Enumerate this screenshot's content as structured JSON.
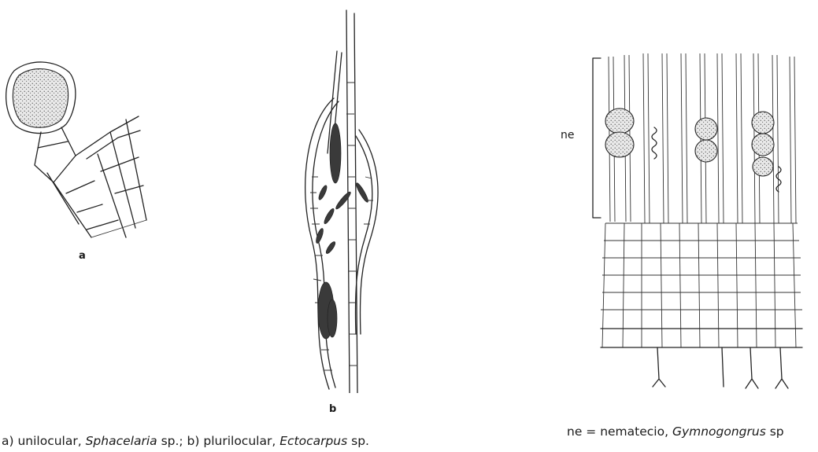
{
  "panels": {
    "a": {
      "label": "a"
    },
    "b": {
      "label": "b"
    },
    "ne": {
      "label": "ne"
    }
  },
  "captions": {
    "left": {
      "part1": "a) unilocular, ",
      "italic1": "Sphacelaria",
      "part2": " sp.; b) plurilocular, ",
      "italic2": "Ectocarpus",
      "part3": " sp."
    },
    "right": {
      "part1": "ne = nematecio, ",
      "italic1": "Gymnogongrus",
      "part2": " sp"
    }
  }
}
